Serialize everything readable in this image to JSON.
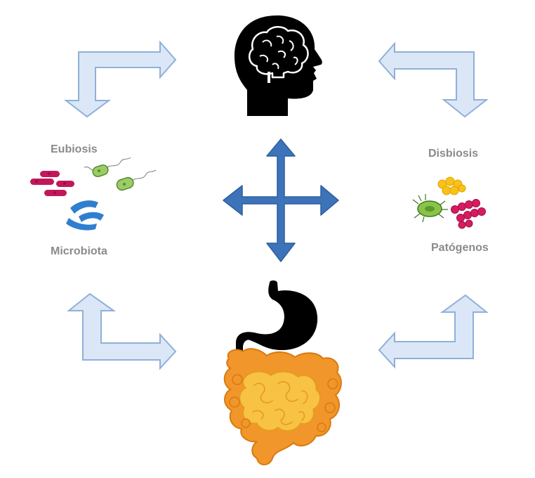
{
  "labels": {
    "eubiosis": "Eubiosis",
    "microbiota": "Microbiota",
    "disbiosis": "Disbiosis",
    "patogenos": "Patógenos"
  },
  "colors": {
    "elbow_arrow_fill": "#dbe7f6",
    "elbow_arrow_stroke": "#8fb0d9",
    "cross_arrow": "#3d73b8",
    "head": "#000000",
    "intestine_outer": "#f0962a",
    "intestine_inner": "#f8c244",
    "label_text": "#8a8a8a"
  },
  "icons": {
    "top": "human-head-brain-icon",
    "bottom": "stomach-intestine-icon",
    "left_cluster": "beneficial-bacteria-icon",
    "right_cluster": "pathogen-bacteria-icon",
    "center": "four-way-arrow-icon"
  }
}
